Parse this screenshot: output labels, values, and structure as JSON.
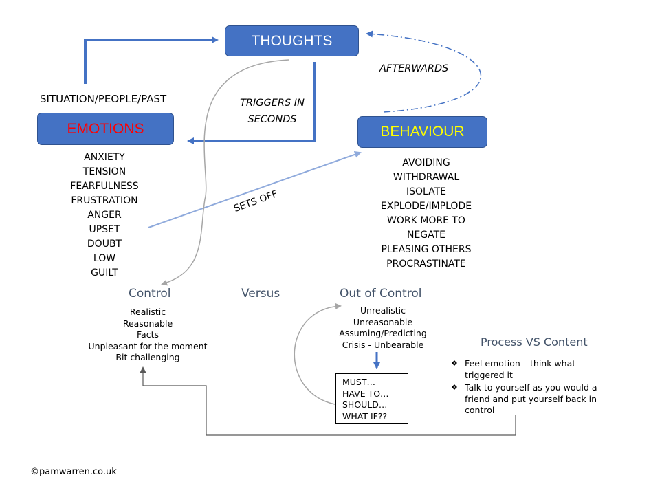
{
  "boxes": {
    "thoughts": {
      "label": "THOUGHTS",
      "text_color": "#ffffff"
    },
    "emotions": {
      "label": "EMOTIONS",
      "text_color": "#ff0000"
    },
    "behaviour": {
      "label": "BEHAVIOUR",
      "text_color": "#ffff00"
    }
  },
  "labels": {
    "situation": "SITUATION/PEOPLE/PAST",
    "triggers_line1": "TRIGGERS IN",
    "triggers_line2": "SECONDS",
    "afterwards": "AFTERWARDS",
    "sets_off": "SETS OFF",
    "control": "Control",
    "versus": "Versus",
    "out_of_control": "Out of Control",
    "process_vs_content": "Process VS Content",
    "copyright": "©pamwarren.co.uk"
  },
  "emotions_list": [
    "ANXIETY",
    "TENSION",
    "FEARFULNESS",
    "FRUSTRATION",
    "ANGER",
    "UPSET",
    "DOUBT",
    "LOW",
    "GUILT"
  ],
  "behaviour_list": [
    "AVOIDING",
    "WITHDRAWAL",
    "ISOLATE",
    "EXPLODE/IMPLODE",
    "WORK MORE TO",
    "NEGATE",
    "PLEASING OTHERS",
    "PROCRASTINATE"
  ],
  "control_list": [
    "Realistic",
    "Reasonable",
    "Facts",
    "Unpleasant for the moment",
    "Bit challenging"
  ],
  "out_of_control_list": [
    "Unrealistic",
    "Unreasonable",
    "Assuming/Predicting",
    "Crisis - Unbearable"
  ],
  "must_list": [
    "MUST…",
    "HAVE TO…",
    "SHOULD…",
    "WHAT IF??"
  ],
  "process_bullets": [
    "Feel emotion – think what triggered it",
    "Talk to yourself as you would a friend and put yourself back in control"
  ],
  "bullet_symbol": "❖",
  "colors": {
    "box_fill": "#4472c4",
    "arrow_blue": "#4472c4",
    "light_arrow": "#8faadc",
    "grey_line": "#a6a6a6",
    "section_text": "#44546a"
  }
}
